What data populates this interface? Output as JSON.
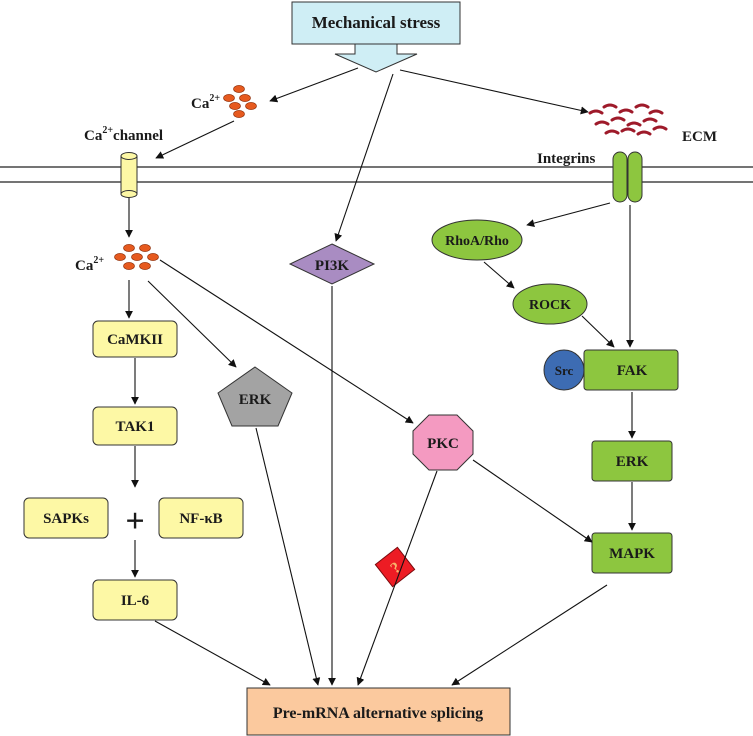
{
  "nodes": {
    "stimulus": "Mechanical stress",
    "calcium_ion": "Ca",
    "calcium_ion_charge": "2+",
    "calcium_channel_prefix": "Ca",
    "calcium_channel_charge": "2+",
    "calcium_channel_suffix": "channel",
    "calcium_ion_inside": "Ca",
    "calcium_ion_inside_charge": "2+",
    "ecm": "ECM",
    "integrins": "Integrins",
    "pi3k": "PI3K",
    "rhoa": "RhoA/Rho",
    "rock": "ROCK",
    "src": "Src",
    "fak": "FAK",
    "camkii": "CaMKII",
    "erk_center": "ERK",
    "pkc": "PKC",
    "tak1": "TAK1",
    "erk_right": "ERK",
    "sapks": "SAPKs",
    "plus": "+",
    "nfkb": "NF-κB",
    "mapk": "MAPK",
    "il6": "IL-6",
    "unknown": "?",
    "outcome": "Pre-mRNA alternative splicing"
  },
  "colors": {
    "stimulus_fill": "#cfeef5",
    "yellow_box": "#fdf8a5",
    "green": "#8dc63f",
    "purple": "#a98cc2",
    "gray": "#a3a3a3",
    "pink": "#f49ac1",
    "src_blue": "#3d6cb3",
    "red": "#ed1c24",
    "orange_box": "#fbc99e",
    "ion": "#e65a1f",
    "ecm_fiber": "#9e1a2a"
  }
}
